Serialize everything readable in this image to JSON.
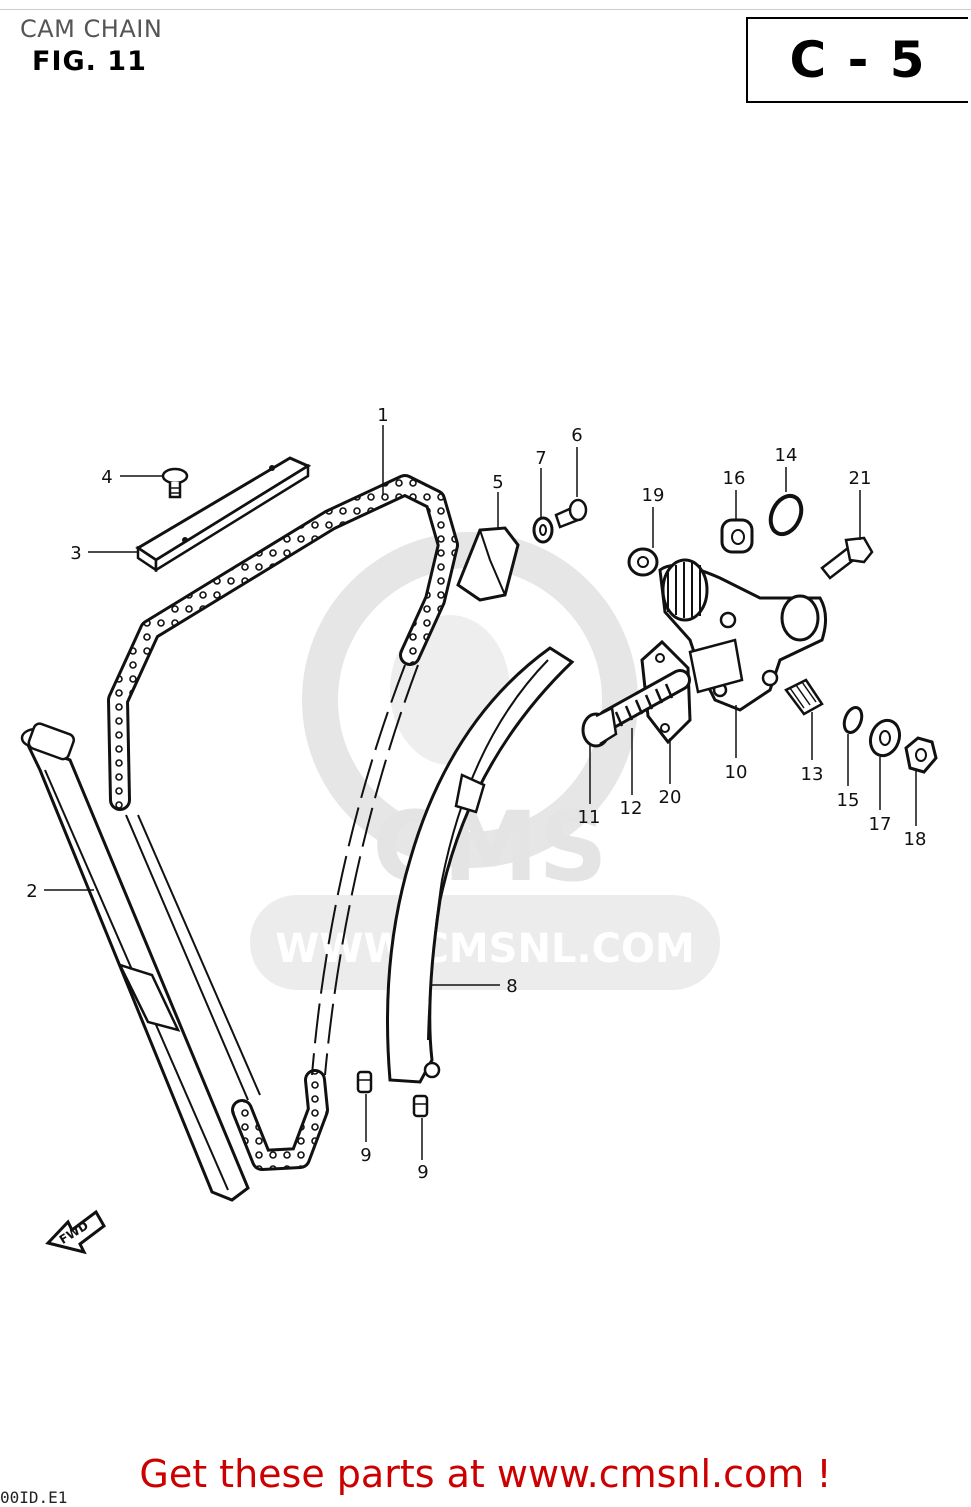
{
  "header": {
    "title": "CAM CHAIN",
    "figure": "FIG. 11",
    "section_code": "C - 5"
  },
  "watermark": {
    "brand": "CMS",
    "url": "WWW.CMSNL.COM"
  },
  "callouts": {
    "c1": "1",
    "c2": "2",
    "c3": "3",
    "c4": "4",
    "c5": "5",
    "c6": "6",
    "c7": "7",
    "c8": "8",
    "c9a": "9",
    "c9b": "9",
    "c10": "10",
    "c11": "11",
    "c12": "12",
    "c13": "13",
    "c14": "14",
    "c15": "15",
    "c16": "16",
    "c17": "17",
    "c18": "18",
    "c19": "19",
    "c20": "20",
    "c21": "21"
  },
  "direction_marker": "FWD",
  "footer": {
    "corner_code": "00ID.E1",
    "promo": "Get these parts at www.cmsnl.com !"
  },
  "colors": {
    "promo": "#cc0000",
    "watermark": "#e4e4e4",
    "ink": "#111111"
  }
}
